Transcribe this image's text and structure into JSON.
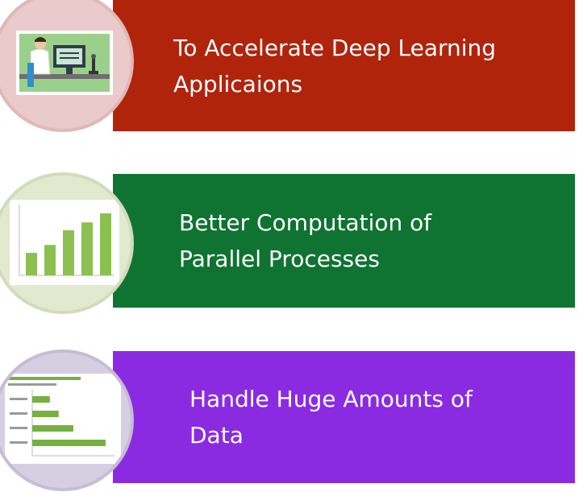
{
  "items": [
    {
      "line1": "To Accelerate Deep Learning",
      "line2": "Applicaions",
      "color": "#b0240c",
      "circle_color": "#e8c8c8"
    },
    {
      "line1": "Better Computation of",
      "line2": "Parallel Processes",
      "color": "#0f7332",
      "circle_color": "#dde6c8",
      "chart_values": [
        20,
        27,
        40,
        47,
        55
      ]
    },
    {
      "line1": "Handle Huge Amounts of",
      "line2": "Data",
      "color": "#8a2be2",
      "circle_color": "#d4cce0",
      "chart_values": [
        12,
        18,
        28,
        50
      ]
    }
  ]
}
